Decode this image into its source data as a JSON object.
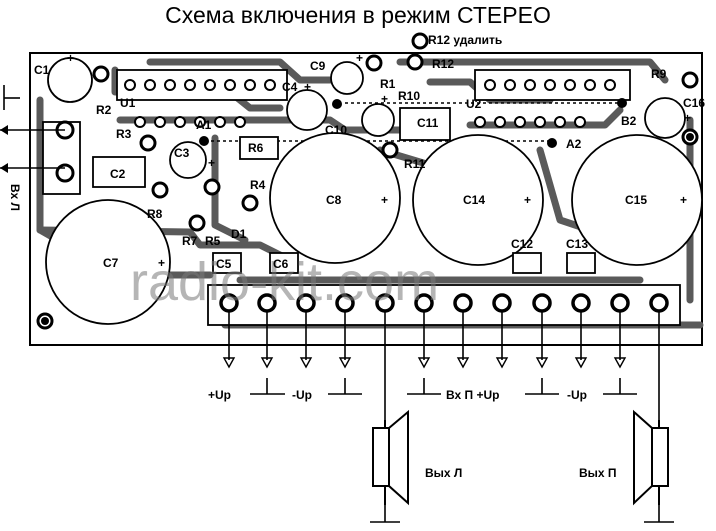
{
  "title": "Схема включения в режим СТЕРЕО",
  "watermark": "radio-kit.com",
  "components": {
    "c1": "C1",
    "c2": "C2",
    "c3": "C3",
    "c4": "C4",
    "c5": "C5",
    "c6": "C6",
    "c7": "C7",
    "c8": "C8",
    "c9": "C9",
    "c10": "C10",
    "c11": "C11",
    "c12": "C12",
    "c13": "C13",
    "c14": "C14",
    "c15": "C15",
    "c16": "C16",
    "r1": "R1",
    "r2": "R2",
    "r3": "R3",
    "r4": "R4",
    "r5": "R5",
    "r6": "R6",
    "r7": "R7",
    "r8": "R8",
    "r9": "R9",
    "r10": "R10",
    "r11": "R11",
    "r12": "R12",
    "r12_remove": "R12 удалить",
    "u1": "U1",
    "u2": "U2",
    "d1": "D1",
    "a1": "A1",
    "a2": "A2",
    "b2": "B2"
  },
  "polarity": "+",
  "connections": {
    "input_left": "Вх Л",
    "plus_up_1": "+Up",
    "minus_up_1": "-Up",
    "input_right_plus_up": "Вх П +Up",
    "minus_up_2": "-Up",
    "out_left": "Вых Л",
    "out_right": "Вых П"
  }
}
